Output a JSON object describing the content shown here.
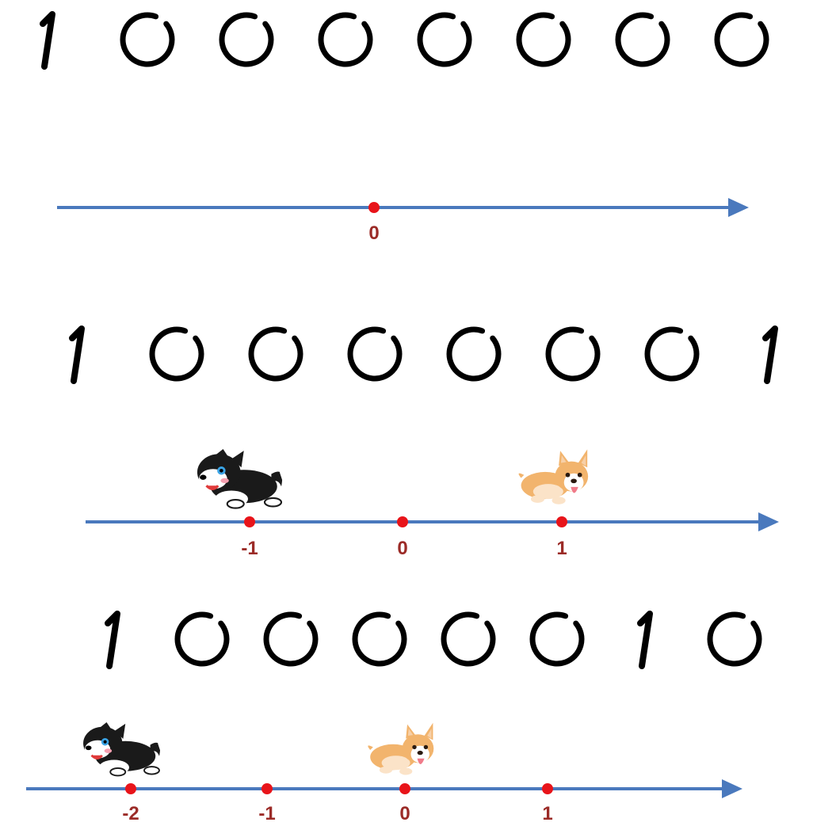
{
  "colors": {
    "axis": "#4a79bd",
    "point": "#e8141a",
    "label": "#9b2b27",
    "digit": "#000000"
  },
  "rows": [
    {
      "digits": [
        "1",
        "0",
        "0",
        "0",
        "0",
        "0",
        "0",
        "0"
      ]
    },
    {
      "digits": [
        "1",
        "0",
        "0",
        "0",
        "0",
        "0",
        "0",
        "1"
      ]
    },
    {
      "digits": [
        "1",
        "0",
        "0",
        "0",
        "0",
        "0",
        "1",
        "0"
      ]
    }
  ],
  "lines": [
    {
      "ticks": [
        "0"
      ],
      "icons": []
    },
    {
      "ticks": [
        "-1",
        "0",
        "1"
      ],
      "icons": [
        "black-dog-icon",
        "corgi-icon"
      ]
    },
    {
      "ticks": [
        "-2",
        "-1",
        "0",
        "1"
      ],
      "icons": [
        "black-dog-icon",
        "corgi-icon"
      ]
    }
  ]
}
